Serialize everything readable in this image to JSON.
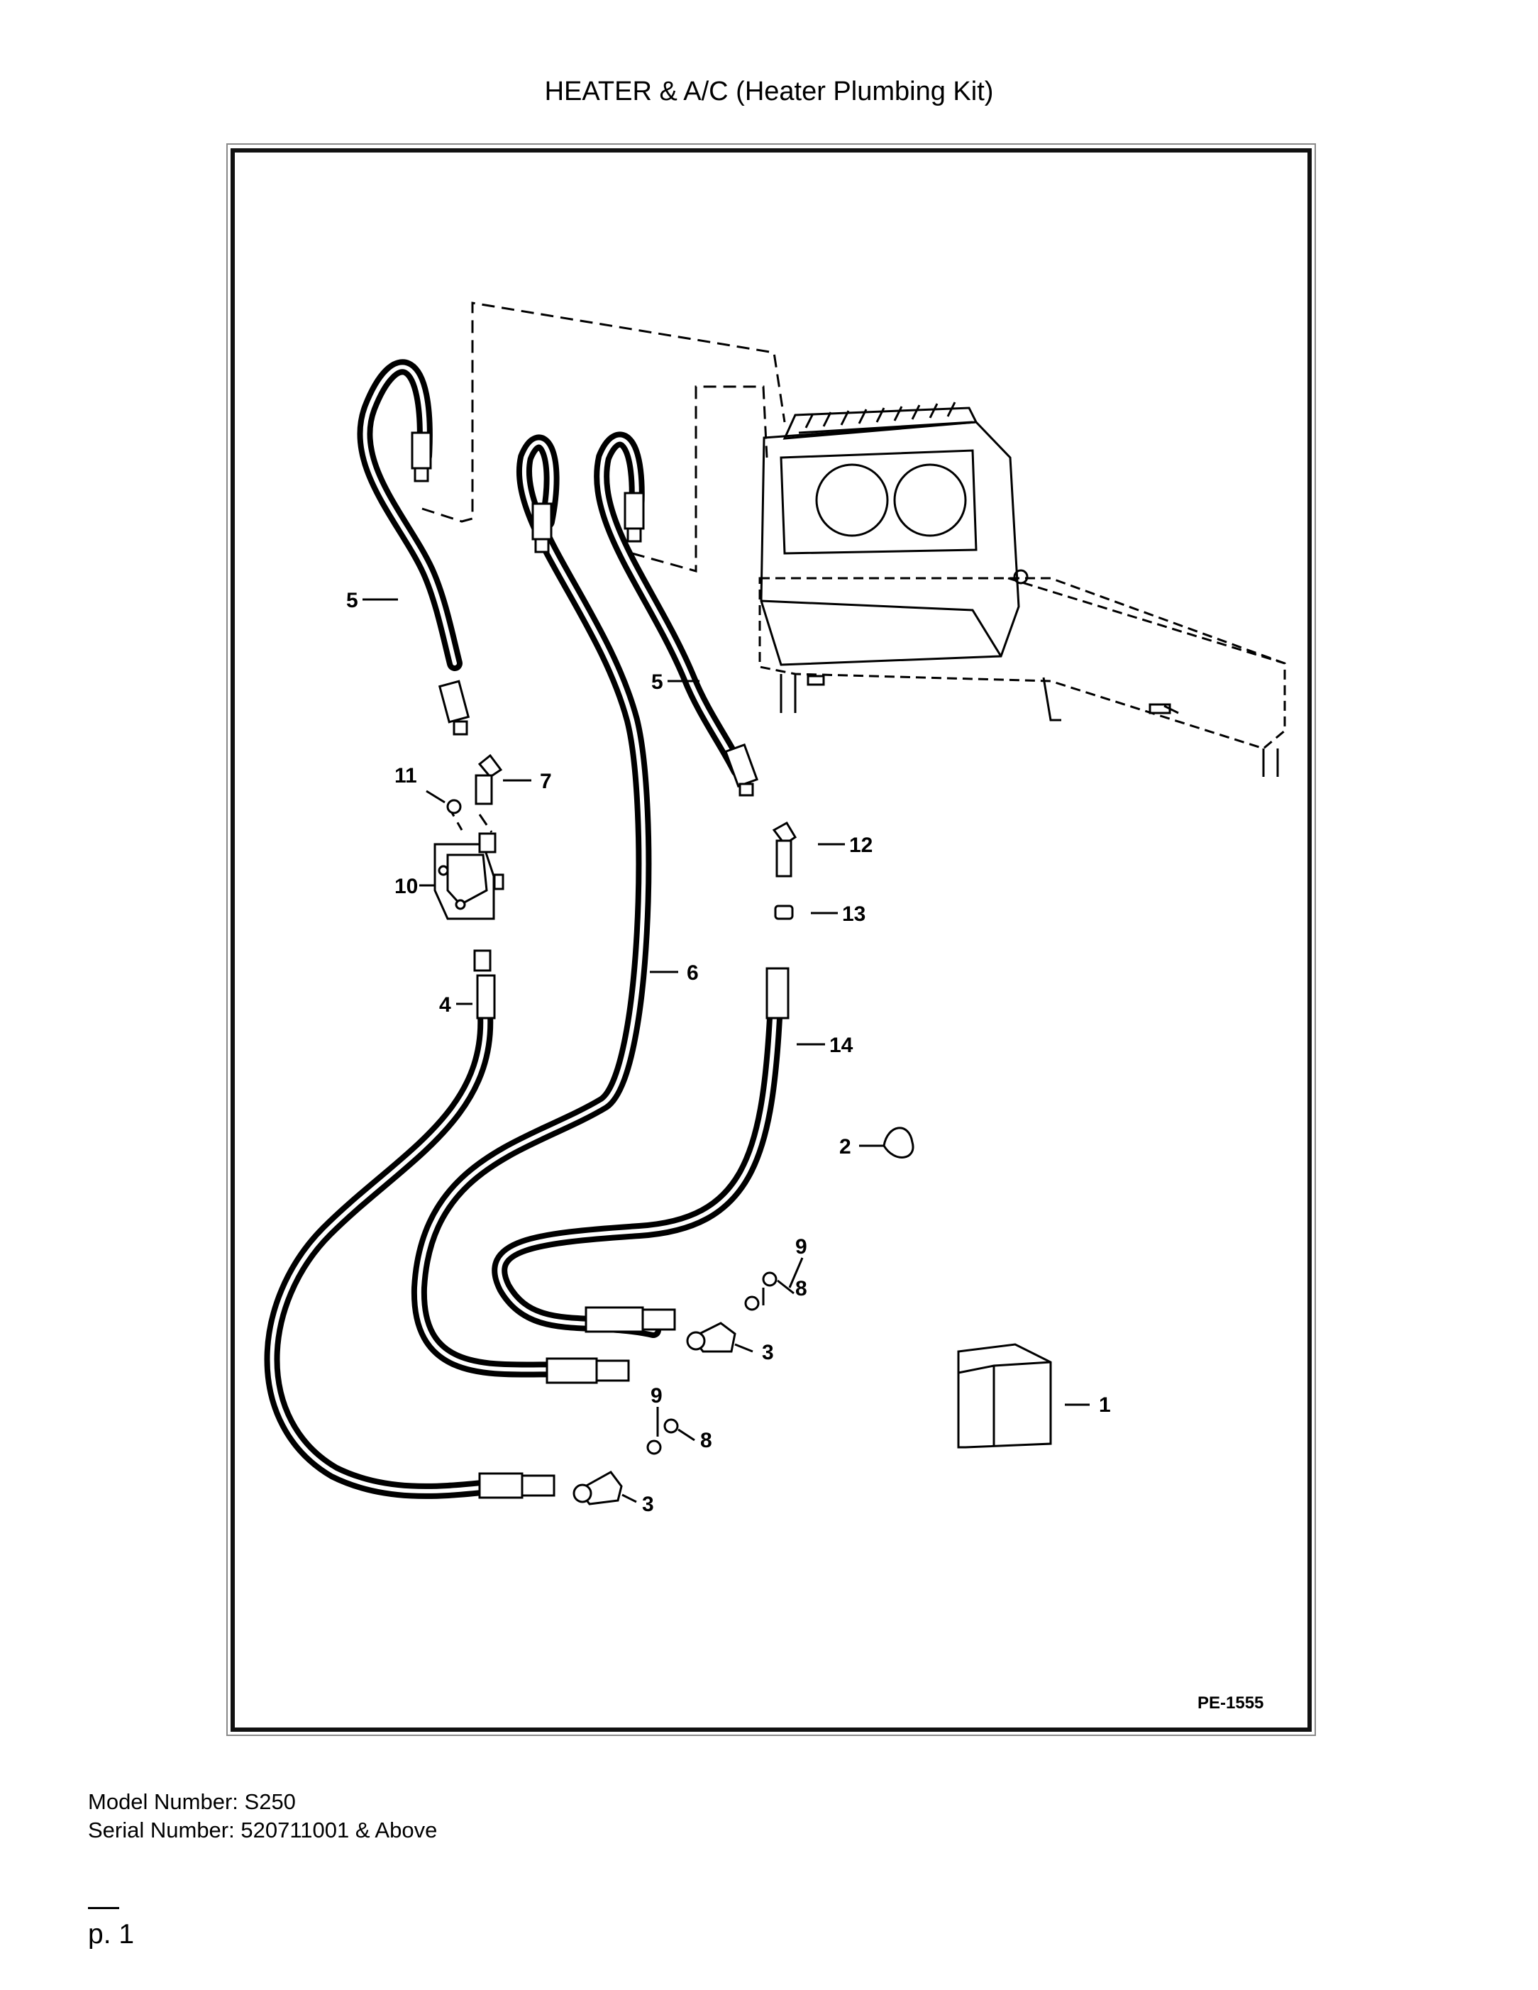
{
  "header": {
    "title": "HEATER & A/C (Heater Plumbing Kit)"
  },
  "diagram": {
    "drawing_code": "PE-1555",
    "callouts": [
      "1",
      "2",
      "3",
      "3",
      "4",
      "5",
      "5",
      "6",
      "7",
      "8",
      "8",
      "9",
      "9",
      "10",
      "11",
      "12",
      "13",
      "14"
    ]
  },
  "footer": {
    "model_number": "Model Number: S250",
    "serial_number": "Serial Number: 520711001 & Above",
    "page_number": "p. 1"
  }
}
